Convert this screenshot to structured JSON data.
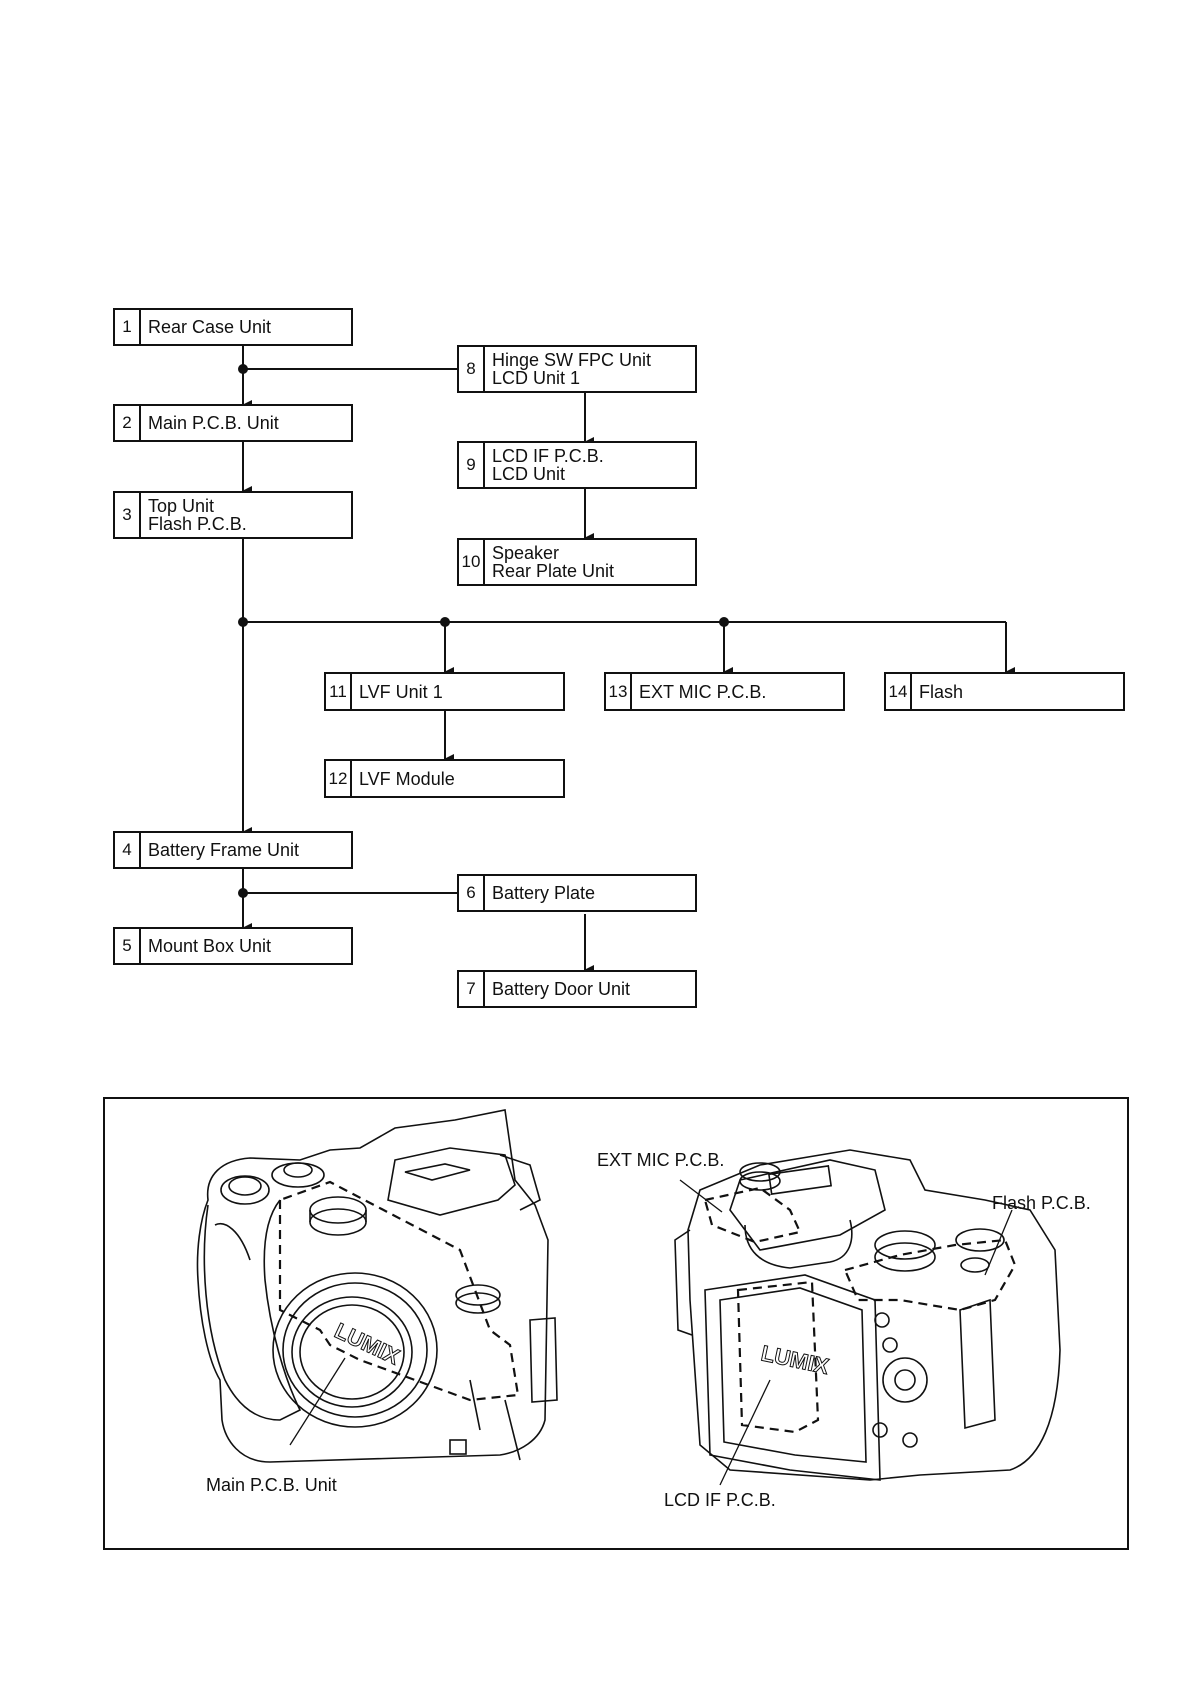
{
  "flowchart": {
    "steps": [
      {
        "num": "1",
        "lines": [
          "Rear Case Unit"
        ]
      },
      {
        "num": "2",
        "lines": [
          "Main P.C.B. Unit"
        ]
      },
      {
        "num": "3",
        "lines": [
          "Top Unit",
          "Flash P.C.B."
        ]
      },
      {
        "num": "4",
        "lines": [
          "Battery Frame Unit"
        ]
      },
      {
        "num": "5",
        "lines": [
          "Mount Box Unit"
        ]
      },
      {
        "num": "6",
        "lines": [
          "Battery Plate"
        ]
      },
      {
        "num": "7",
        "lines": [
          "Battery Door Unit"
        ]
      },
      {
        "num": "8",
        "lines": [
          "Hinge SW FPC Unit",
          "LCD Unit 1"
        ]
      },
      {
        "num": "9",
        "lines": [
          "LCD IF P.C.B.",
          "LCD Unit"
        ]
      },
      {
        "num": "10",
        "lines": [
          "Speaker",
          "Rear Plate Unit"
        ]
      },
      {
        "num": "11",
        "lines": [
          "LVF Unit 1"
        ]
      },
      {
        "num": "12",
        "lines": [
          "LVF Module"
        ]
      },
      {
        "num": "13",
        "lines": [
          "EXT MIC P.C.B."
        ]
      },
      {
        "num": "14",
        "lines": [
          "Flash"
        ]
      }
    ]
  },
  "illustration": {
    "callouts": {
      "main_pcb": "Main P.C.B. Unit",
      "ext_mic_pcb": "EXT MIC P.C.B.",
      "flash_pcb": "Flash P.C.B.",
      "lcd_if_pcb": "LCD IF P.C.B."
    },
    "logo_text": "LUMIX"
  }
}
